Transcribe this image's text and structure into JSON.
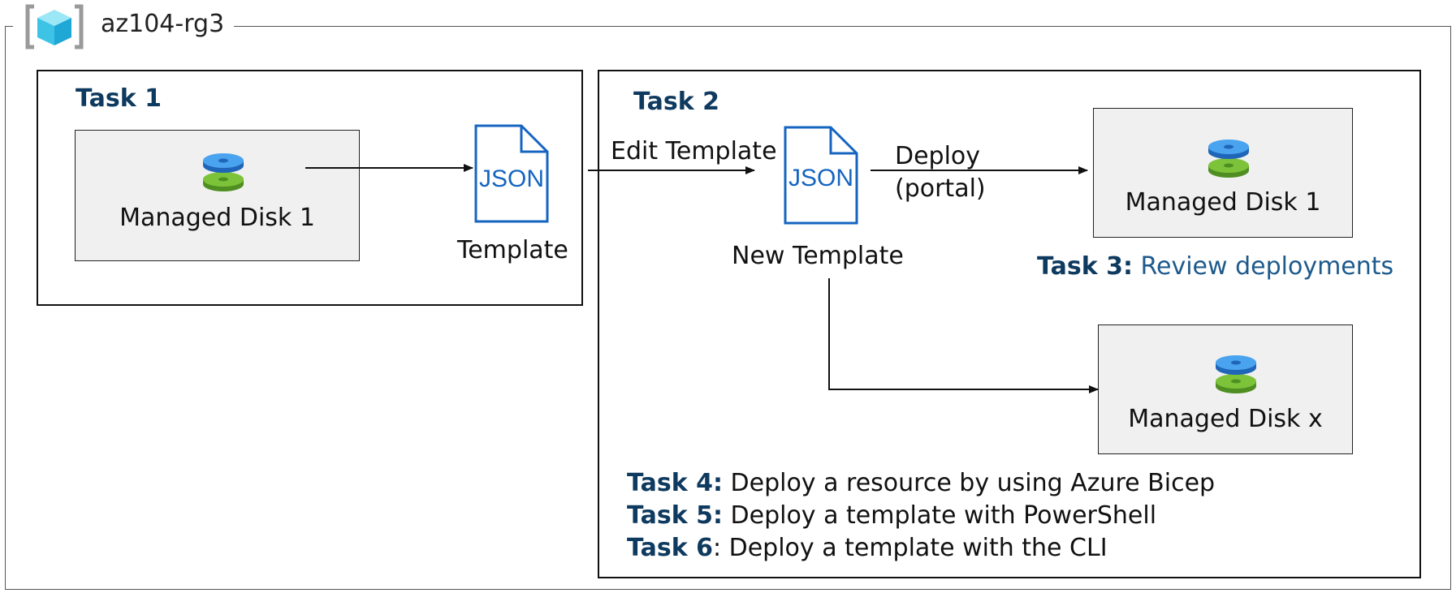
{
  "resource_group": {
    "name": "az104-rg3"
  },
  "task1": {
    "title": "Task 1",
    "disk_label": "Managed Disk 1",
    "doc_text": "JSON",
    "doc_label": "Template"
  },
  "task2": {
    "title": "Task 2",
    "edit_label": "Edit Template",
    "doc_text": "JSON",
    "doc_label": "New Template",
    "deploy_label_line1": "Deploy",
    "deploy_label_line2": "(portal)",
    "disk1_label": "Managed Disk 1",
    "diskx_label": "Managed Disk x"
  },
  "task3": {
    "prefix": "Task 3:",
    "text": "Review deployments"
  },
  "tasks_list": [
    {
      "prefix": "Task 4:",
      "text": "Deploy a resource by using Azure Bicep"
    },
    {
      "prefix": "Task 5:",
      "text": "Deploy a template with PowerShell"
    },
    {
      "prefix": "Task 6",
      "text": ": Deploy a template with the CLI"
    }
  ],
  "icons": {
    "resource_group": "resource-group-icon",
    "disk": "managed-disk-icon",
    "json": "json-template-icon"
  },
  "colors": {
    "task_title": "#0e3a5f",
    "json_blue": "#1565c0",
    "disk_blue": "#3a8fd9",
    "disk_green": "#6ab32e"
  }
}
